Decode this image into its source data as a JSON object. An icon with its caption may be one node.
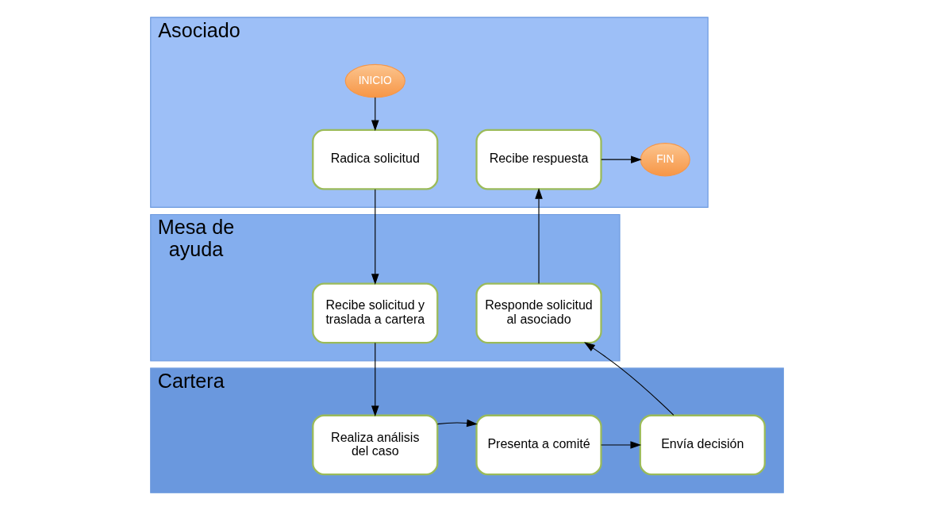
{
  "diagram": {
    "nodes": [
      {
        "text": [
          "Asociado"
        ]
      },
      {
        "text": [
          "INICIO"
        ],
        "in": 0
      },
      {
        "text": [
          "Radica solicitud"
        ],
        "in": 0
      },
      {
        "text": [
          "Recibe respuesta"
        ],
        "in": 0
      },
      {
        "text": [
          "FIN"
        ],
        "in": 0
      },
      {
        "text": [
          "Mesa de ayuda"
        ]
      },
      {
        "text": [
          "Recibe solicitud y traslada a cartera"
        ],
        "in": 5
      },
      {
        "text": [
          "Responde solicitud al asociado"
        ],
        "in": 5
      },
      {
        "text": [
          "Cartera"
        ]
      },
      {
        "text": [
          "Realiza análisis del caso"
        ],
        "in": 8
      },
      {
        "text": [
          "Presenta a comité"
        ],
        "in": 8
      },
      {
        "text": [
          "Envía decisión"
        ],
        "in": 8
      }
    ],
    "edges": [
      {
        "from": 1,
        "to": 2,
        "arrow": "to"
      },
      {
        "from": 2,
        "to": 6,
        "arrow": "to"
      },
      {
        "from": 6,
        "to": 9,
        "arrow": "to"
      },
      {
        "from": 9,
        "to": 10,
        "arrow": "to"
      },
      {
        "from": 10,
        "to": 11,
        "arrow": "to"
      },
      {
        "from": 11,
        "to": 7,
        "arrow": "to"
      },
      {
        "from": 7,
        "to": 3,
        "arrow": "to"
      },
      {
        "from": 3,
        "to": 4,
        "arrow": "to"
      }
    ]
  }
}
